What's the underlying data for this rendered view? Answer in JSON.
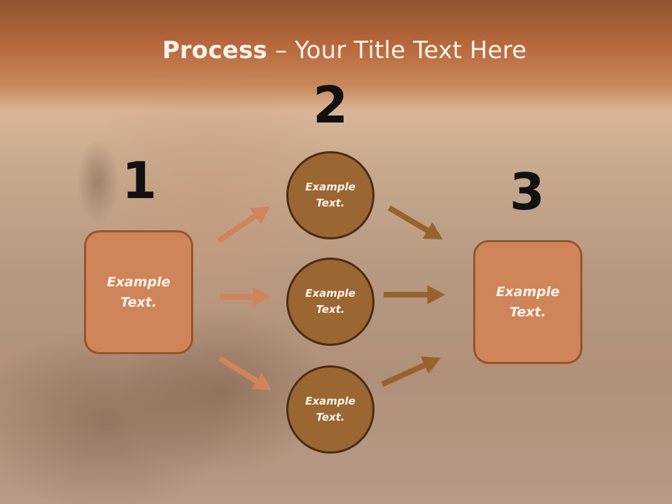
{
  "title": {
    "bold": "Process",
    "rest": " – Your Title Text Here"
  },
  "steps": [
    {
      "number": "1",
      "text": "Example\nText."
    },
    {
      "number": "2"
    },
    {
      "number": "3",
      "text": "Example\nText."
    }
  ],
  "circles": [
    {
      "text": "Example\nText."
    },
    {
      "text": "Example\nText."
    },
    {
      "text": "Example\nText."
    }
  ],
  "colors": {
    "box_fill": "#cf8459",
    "circle_fill": "#9a6632",
    "arrow_light": "#cf8459",
    "arrow_dark": "#98622e"
  }
}
